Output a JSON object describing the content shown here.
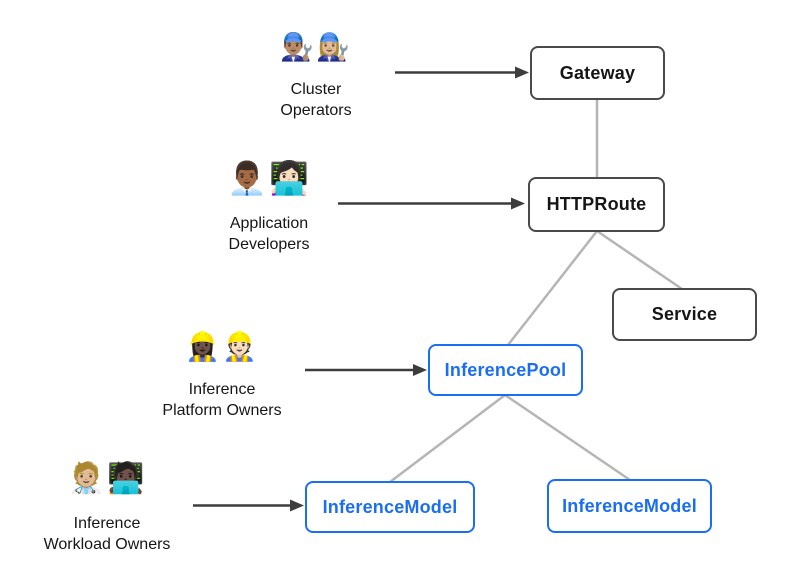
{
  "personas": [
    {
      "id": "cluster-operators",
      "emojis": "👨🏽‍🔧👩🏼‍🔧",
      "line1": "Cluster",
      "line2": "Operators"
    },
    {
      "id": "application-developers",
      "emojis": "👨🏾‍💼👩🏻‍💻",
      "line1": "Application",
      "line2": "Developers"
    },
    {
      "id": "inference-platform-owners",
      "emojis": "👷🏿‍♀️👷🏻",
      "line1": "Inference",
      "line2": "Platform Owners"
    },
    {
      "id": "inference-workload-owners",
      "emojis": "🧑🏼‍⚕️🧑🏿‍💻",
      "line1": "Inference",
      "line2": "Workload Owners"
    }
  ],
  "nodes": {
    "gateway": "Gateway",
    "httproute": "HTTPRoute",
    "service": "Service",
    "inference_pool": "InferencePool",
    "inference_model_left": "InferenceModel",
    "inference_model_right": "InferenceModel"
  },
  "colors": {
    "accent_blue": "#1b6ef3",
    "node_border_gray": "#4a4a4a",
    "connector_gray": "#b5b5b5",
    "arrow_dark": "#3d3d3d",
    "text_black": "#161616",
    "background": "#ffffff"
  }
}
